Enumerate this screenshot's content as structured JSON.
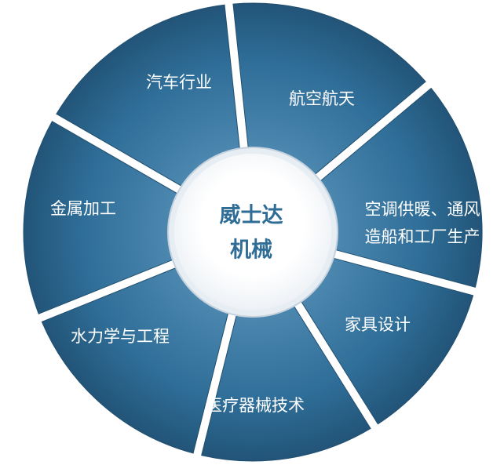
{
  "center": {
    "line1": "威士达",
    "line2": "机械"
  },
  "segments": [
    {
      "label": "汽车行业"
    },
    {
      "label": "航空航天"
    },
    {
      "lines": [
        "空调供暖、通风",
        "造船和工厂生产"
      ]
    },
    {
      "label": "家具设计"
    },
    {
      "label": "医疗器械技术"
    },
    {
      "label": "水力学与工程"
    },
    {
      "label": "金属加工"
    }
  ],
  "colors": {
    "segment_fill": "#2f6e98",
    "segment_edge": "#214f70",
    "center_text": "#2f6d97",
    "center_fill": "#ffffff",
    "center_ring": "#dbe4ec"
  }
}
